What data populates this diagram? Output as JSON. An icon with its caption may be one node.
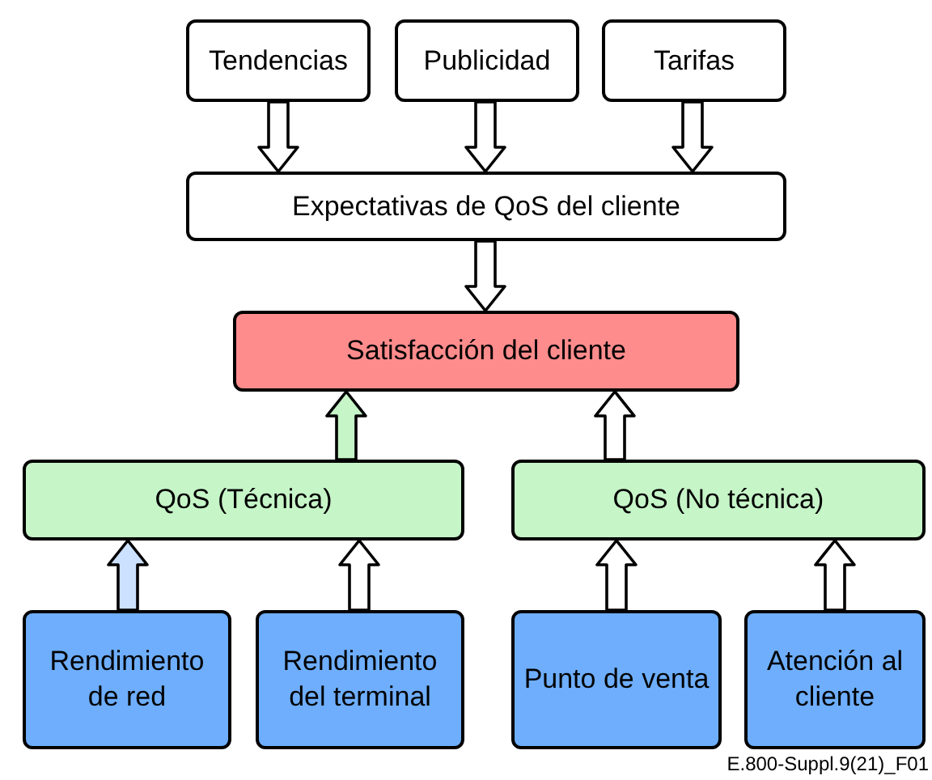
{
  "diagram": {
    "nodes": [
      {
        "text": [
          "Tendencias"
        ]
      },
      {
        "text": [
          "Publicidad"
        ]
      },
      {
        "text": [
          "Tarifas"
        ]
      },
      {
        "text": [
          "Expectativas de QoS del cliente"
        ]
      },
      {
        "text": [
          "Satisfacción del cliente"
        ]
      },
      {
        "text": [
          "QoS (Técnica)"
        ]
      },
      {
        "text": [
          "QoS (No técnica)"
        ]
      },
      {
        "text": [
          "Rendimiento de red"
        ]
      },
      {
        "text": [
          "Rendimiento del terminal"
        ]
      },
      {
        "text": [
          "Punto de venta"
        ]
      },
      {
        "text": [
          "Atención al cliente"
        ]
      }
    ],
    "edges": [
      {
        "from": 0,
        "to": 3,
        "arrow": "to"
      },
      {
        "from": 1,
        "to": 3,
        "arrow": "to"
      },
      {
        "from": 2,
        "to": 3,
        "arrow": "to"
      },
      {
        "from": 3,
        "to": 4,
        "arrow": "to"
      },
      {
        "from": 5,
        "to": 4,
        "arrow": "to",
        "color": "#c6f5c8"
      },
      {
        "from": 6,
        "to": 4,
        "arrow": "to"
      },
      {
        "from": 7,
        "to": 5,
        "arrow": "to",
        "color": "#cce0ff"
      },
      {
        "from": 8,
        "to": 5,
        "arrow": "to"
      },
      {
        "from": 9,
        "to": 6,
        "arrow": "to"
      },
      {
        "from": 10,
        "to": 6,
        "arrow": "to"
      }
    ],
    "labels": [
      "E.800-Suppl.9(21)_F01"
    ]
  }
}
